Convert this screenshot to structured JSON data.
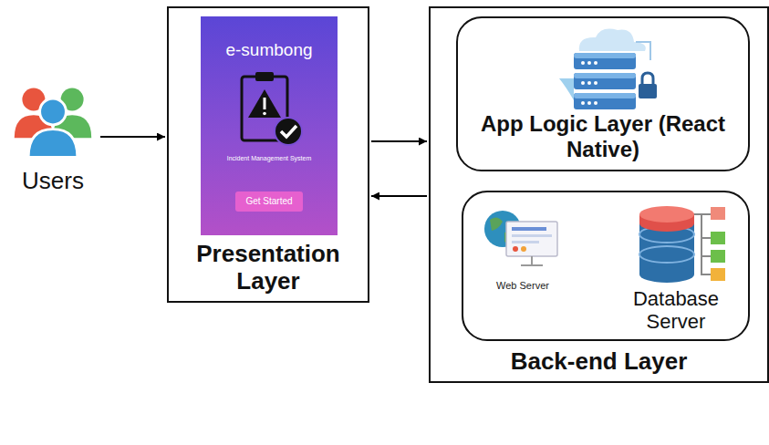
{
  "diagram": {
    "nodes": [
      {
        "text": [
          "Users"
        ]
      },
      {
        "text": [
          "Presentation Layer"
        ]
      },
      {
        "text": [
          "e-sumbong",
          "Incident Management System"
        ],
        "in": 1
      },
      {
        "text": [
          "Get Started"
        ],
        "in": 2
      },
      {
        "text": [
          "Back-end Layer"
        ]
      },
      {
        "text": [
          "App Logic Layer (React Native)"
        ],
        "in": 4
      },
      {
        "text": [
          "Web Server",
          "Database Server"
        ],
        "in": 4
      }
    ],
    "edges": [
      {
        "from": 0,
        "to": 1,
        "arrow": "to"
      },
      {
        "from": 1,
        "to": 4,
        "arrow": "to"
      },
      {
        "from": 4,
        "to": 1,
        "arrow": "to"
      }
    ]
  }
}
